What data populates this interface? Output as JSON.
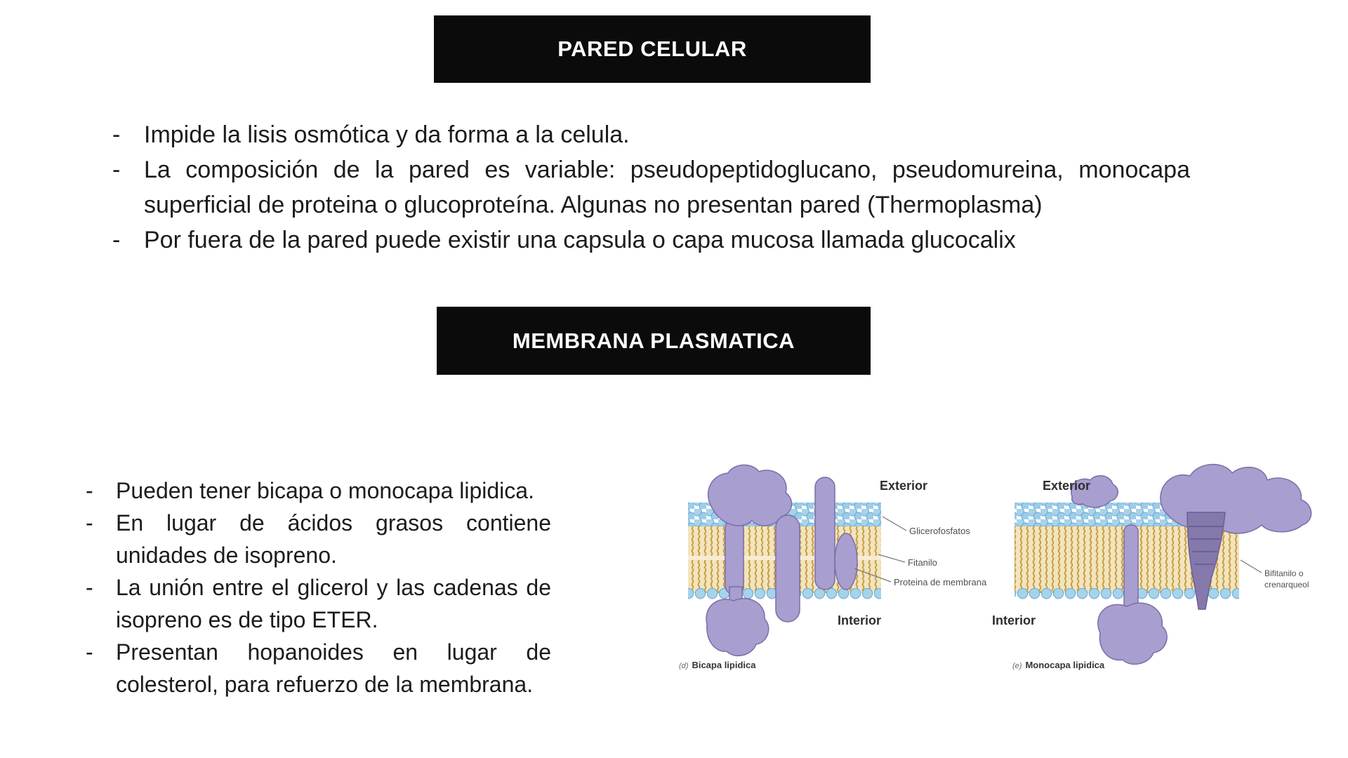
{
  "sections": {
    "pared": {
      "title": "PARED CELULAR",
      "bullets": [
        "Impide la lisis osmótica y da forma a la celula.",
        "La composición de la pared es variable: pseudopeptidoglucano, pseudomureina, monocapa superficial de proteina o glucoproteína. Algunas no presentan pared (Thermoplasma)",
        "Por fuera de la pared puede existir una capsula o capa mucosa llamada glucocalix"
      ]
    },
    "membrana": {
      "title": "MEMBRANA PLASMATICA",
      "bullets": [
        "Pueden tener bicapa o monocapa lipidica.",
        "En lugar de ácidos grasos contiene unidades de isopreno.",
        "La unión entre el glicerol y las cadenas de isopreno es de tipo ETER.",
        "Presentan hopanoides en lugar de colesterol, para refuerzo de la membrana."
      ]
    }
  },
  "diagram": {
    "bicapa": {
      "exterior": "Exterior",
      "interior": "Interior",
      "label_glicerofosfatos": "Glicerofosfatos",
      "label_fitanilo": "Fitanilo",
      "label_proteina": "Proteina de membrana",
      "caption_letter": "(d)",
      "caption_text": "Bicapa lipidica"
    },
    "monocapa": {
      "exterior": "Exterior",
      "interior": "Interior",
      "label_bifitanilo_line1": "Bifitanilo o",
      "label_bifitanilo_line2": "crenarqueol",
      "caption_letter": "(e)",
      "caption_text": "Monocapa lipidica"
    },
    "colors": {
      "lipid_head": "#a6d3ec",
      "lipid_head_outline": "#6aa6cd",
      "lipid_tail": "#c79f44",
      "lipid_tail_background": "#f2e4bd",
      "protein": "#a89ecf",
      "title_bar_background": "#0b0b0b"
    }
  }
}
